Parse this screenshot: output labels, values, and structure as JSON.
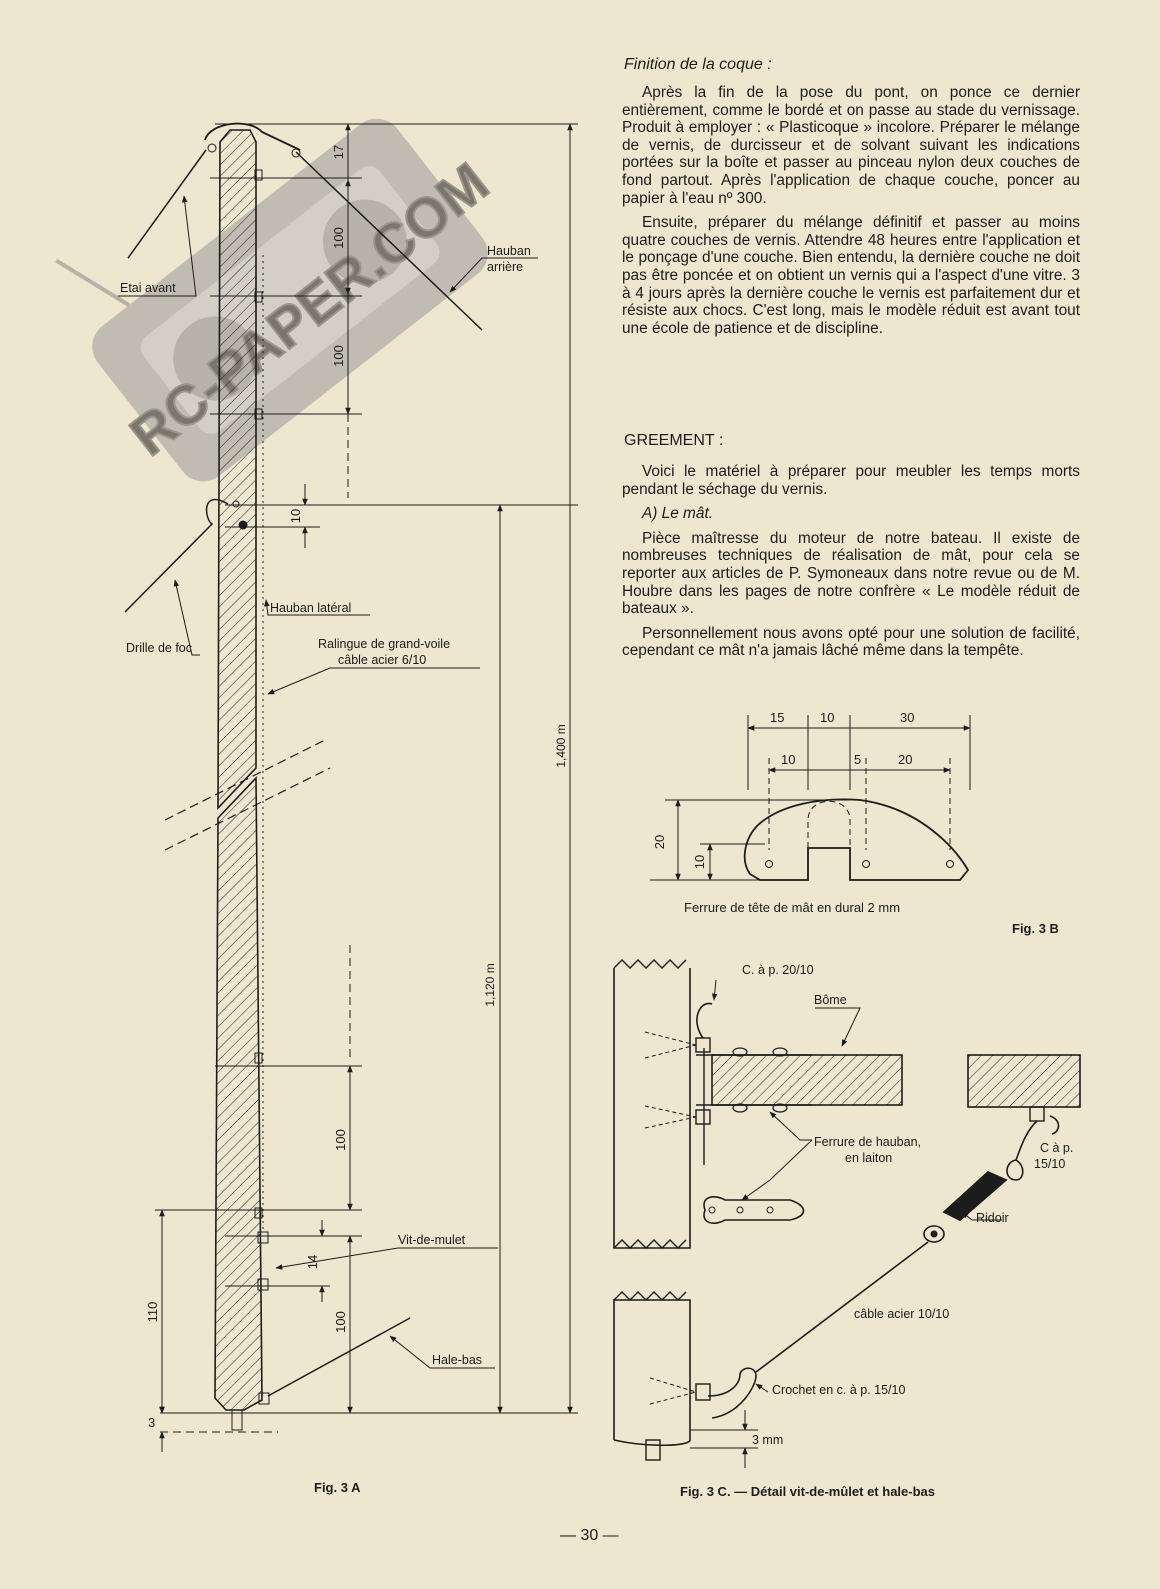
{
  "article": {
    "section_title": "Finition de la coque :",
    "paragraphs": [
      "Après la fin de la pose du pont, on ponce ce dernier entièrement, comme le bordé et on passe au stade du vernissage. Produit à employer : « Plasticoque » incolore. Préparer le mélange de vernis, de durcisseur et de solvant suivant les indications portées sur la boîte et passer au pinceau nylon deux couches de fond partout. Après l'application de chaque couche, poncer au papier à l'eau nº 300.",
      "Ensuite, préparer du mélange définitif et passer au moins quatre couches de vernis. Attendre 48 heures entre l'application et le ponçage d'une couche. Bien entendu, la dernière couche ne doit pas être poncée et on obtient un vernis qui a l'aspect d'une vitre. 3 à 4 jours après la dernière couche le vernis est parfaitement dur et résiste aux chocs. C'est long, mais le modèle réduit est avant tout une école de patience et de discipline."
    ],
    "section2_title": "GREEMENT :",
    "paragraphs2": [
      "Voici le matériel à préparer pour meubler les temps morts pendant le séchage du vernis."
    ],
    "subsection": "A) Le mât.",
    "paragraphs3": [
      "Pièce maîtresse du moteur de notre bateau. Il existe de nombreuses techniques de réalisation de mât, pour cela se reporter aux articles de P. Symoneaux dans notre revue ou de M. Houbre dans les pages de notre confrère « Le modèle réduit de bateaux ».",
      "Personnellement nous avons opté pour une solution de facilité, cependant ce mât n'a jamais lâché même dans la tempête."
    ]
  },
  "fig3a": {
    "caption": "Fig. 3 A",
    "labels": {
      "etai_avant": "Etai avant",
      "hauban_arriere_1": "Hauban",
      "hauban_arriere_2": "arrière",
      "hauban_lateral": "Hauban latéral",
      "drille": "Drille de foc",
      "ralingue_1": "Ralingue de grand-voile",
      "ralingue_2": "câble acier 6/10",
      "vit_de_mulet": "Vit-de-mulet",
      "hale_bas": "Hale-bas"
    },
    "dims": {
      "d17": "17",
      "d100a": "100",
      "d100b": "100",
      "d10": "10",
      "d1400": "1,400 m",
      "d1120": "1,120 m",
      "d100c": "100",
      "d14": "14",
      "d100d": "100",
      "d110": "110",
      "d3": "3"
    }
  },
  "fig3b": {
    "caption": "Fig. 3 B",
    "subcaption": "Ferrure de tête de mât en dural 2 mm",
    "dims": {
      "t15": "15",
      "t10": "10",
      "t30": "30",
      "m10": "10",
      "m5": "5",
      "m20": "20",
      "v20": "20",
      "v10": "10"
    }
  },
  "fig3c": {
    "caption": "Fig. 3 C. — Détail vit-de-mûlet et hale-bas",
    "labels": {
      "cap20": "C. à p. 20/10",
      "bome": "Bôme",
      "ferrure_1": "Ferrure de hauban,",
      "ferrure_2": "en laiton",
      "cap15_1": "C à p.",
      "cap15_2": "15/10",
      "ridoir": "Ridoir",
      "cable": "câble acier 10/10",
      "crochet": "Crochet en c. à p. 15/10",
      "mm3": "3 mm"
    }
  },
  "watermark": "RC-PAPER.COM",
  "page_number": "— 30 —"
}
